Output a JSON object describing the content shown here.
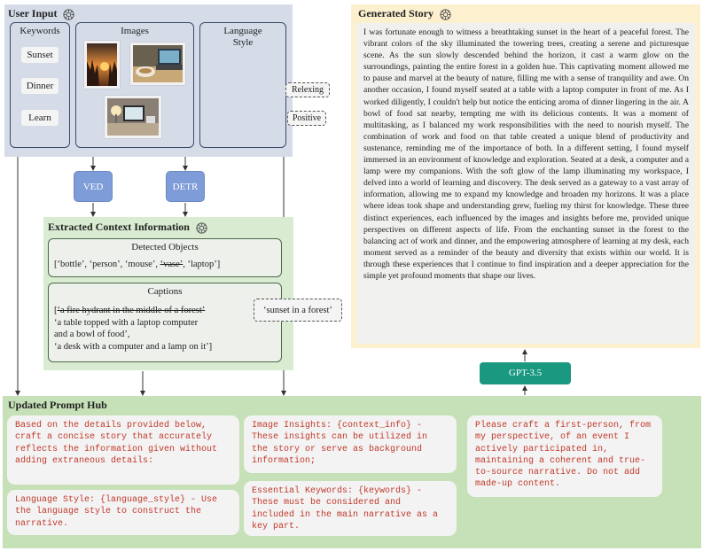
{
  "user_input": {
    "title": "User Input",
    "keywords": {
      "heading": "Keywords",
      "items": [
        "Sunset",
        "Dinner",
        "Learn"
      ]
    },
    "images": {
      "heading": "Images"
    },
    "language_style": {
      "heading_line1": "Language",
      "heading_line2": "Style"
    },
    "callouts": [
      "Relexing",
      "Positive"
    ]
  },
  "models": {
    "left": "VED",
    "right": "DETR",
    "llm": "GPT-3.5"
  },
  "context": {
    "title": "Extracted Context Information",
    "detected_objects": {
      "heading": "Detected Objects",
      "open": "[",
      "items": [
        "‘bottle’, ",
        "‘person’, ",
        "‘mouse’, "
      ],
      "struck": "‘vase’",
      "tail": ", ‘laptop’]"
    },
    "captions": {
      "heading": "Captions",
      "struck_line": "‘a fire hydrant in the middle of a forest’",
      "lines": [
        "‘a table topped with a laptop computer",
        "and a bowl of food’,",
        "‘a desk with a computer and a lamp on it’]"
      ],
      "callout": "‘sunset in a forest’"
    }
  },
  "story": {
    "title": "Generated Story",
    "text": "I was fortunate enough to witness a breathtaking sunset in the heart of a peaceful forest. The vibrant colors of the sky illuminated the towering trees, creating a serene and picturesque scene. As the sun slowly descended behind the horizon, it cast a warm glow on the surroundings, painting the entire forest in a golden hue. This captivating moment allowed me to pause and marvel at the beauty of nature, filling me with a sense of tranquility and awe. On another occasion, I found myself seated at a table with a laptop computer in front of me. As I worked diligently, I couldn't help but notice the enticing aroma of dinner lingering in the air. A bowl of food sat nearby, tempting me with its delicious contents. It was a moment of multitasking, as I balanced my work responsibilities with the need to nourish myself. The combination of work and food on that table created a unique blend of productivity and sustenance, reminding me of the importance of both. In a different setting, I found myself immersed in an environment of knowledge and exploration. Seated at a desk, a computer and a lamp were my companions. With the soft glow of the lamp illuminating my workspace, I delved into a world of learning and discovery. The desk served as a gateway to a vast array of information, allowing me to expand my knowledge and broaden my horizons. It was a place where ideas took shape and understanding grew, fueling my thirst for knowledge. These three distinct experiences, each influenced by the images and insights before me, provided unique perspectives on different aspects of life. From the enchanting sunset in the forest to the balancing act of work and dinner, and the empowering atmosphere of learning at my desk, each moment served as a reminder of the beauty and diversity that exists within our world. It is through these experiences that I continue to find inspiration and a deeper appreciation for the simple yet profound moments that shape our lives."
  },
  "hub": {
    "title": "Updated Prompt Hub",
    "card_intro": "Based on the details provided below, craft a concise story that accurately reflects the information given without adding extraneous details:",
    "card_style": "Language Style: {language_style} - Use the language style to construct the narrative.",
    "card_insights": "Image Insights: {context_info} - These insights can be utilized in the story or serve as background information;",
    "card_keywords": "Essential Keywords: {keywords} - These must be considered and included in the main narrative as a key part.",
    "card_first_person": "Please craft a first-person, from my perspective, of an event I actively participated in, maintaining a coherent and true-to-source narrative. Do not add made-up content."
  }
}
